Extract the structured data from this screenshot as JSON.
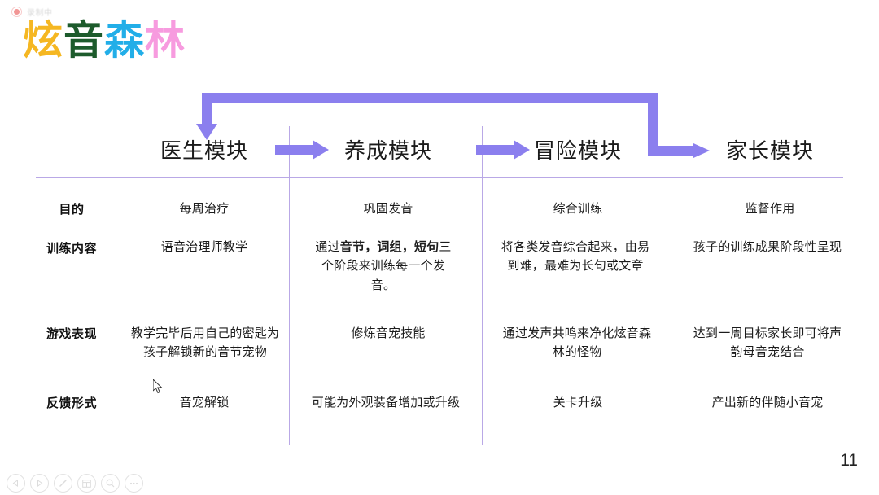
{
  "recording": {
    "icon": "record-dot-icon",
    "label": "录制中"
  },
  "title": {
    "chars": [
      {
        "text": "炫",
        "color": "#F5B722"
      },
      {
        "text": "音",
        "color": "#1D5B2C"
      },
      {
        "text": "森",
        "color": "#22AEE8"
      },
      {
        "text": "林",
        "color": "#F79BDF"
      }
    ]
  },
  "accent_color": "#8B7FEE",
  "grid_line_color": "#B9A8E6",
  "modules": [
    {
      "name": "医生模块"
    },
    {
      "name": "养成模块"
    },
    {
      "name": "冒险模块"
    },
    {
      "name": "家长模块"
    }
  ],
  "row_labels": [
    "目的",
    "训练内容",
    "游戏表现",
    "反馈形式"
  ],
  "rows": [
    {
      "label": "目的",
      "cells": [
        {
          "html": "每周治疗"
        },
        {
          "html": "巩固发音"
        },
        {
          "html": "综合训练"
        },
        {
          "html": "监督作用"
        }
      ]
    },
    {
      "label": "训练内容",
      "cells": [
        {
          "html": "语音治理师教学"
        },
        {
          "html": "通过<b>音节，词组，短句</b>三个阶段来训练每一个发音。"
        },
        {
          "html": "将各类发音综合起来，由易到难，最难为长句或文章"
        },
        {
          "html": "孩子的训练成果阶段性呈现"
        }
      ]
    },
    {
      "label": "游戏表现",
      "cells": [
        {
          "html": "教学完毕后用自己的密匙为孩子解锁新的音节宠物"
        },
        {
          "html": "修炼音宠技能"
        },
        {
          "html": "通过发声共鸣来净化炫音森林的怪物"
        },
        {
          "html": "达到一周目标家长即可将声韵母音宠结合"
        }
      ]
    },
    {
      "label": "反馈形式",
      "cells": [
        {
          "html": "音宠解锁"
        },
        {
          "html": "可能为外观装备增加或升级"
        },
        {
          "html": "关卡升级"
        },
        {
          "html": "产出新的伴随小音宠"
        }
      ]
    }
  ],
  "slide_number": "11",
  "toolbar": {
    "buttons": [
      {
        "name": "prev-slide-button",
        "icon": "triangle-left-icon"
      },
      {
        "name": "next-slide-button",
        "icon": "triangle-right-icon"
      },
      {
        "name": "pen-tool-button",
        "icon": "pen-icon"
      },
      {
        "name": "layout-view-button",
        "icon": "grid-icon"
      },
      {
        "name": "zoom-button",
        "icon": "magnifier-icon"
      },
      {
        "name": "more-options-button",
        "icon": "ellipsis-icon"
      }
    ]
  }
}
